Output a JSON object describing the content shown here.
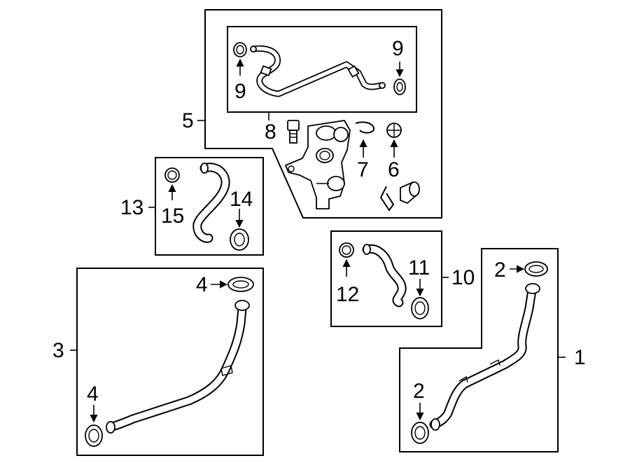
{
  "callouts": {
    "c1": "1",
    "c2a": "2",
    "c2b": "2",
    "c3": "3",
    "c4a": "4",
    "c4b": "4",
    "c5": "5",
    "c6": "6",
    "c7": "7",
    "c8": "8",
    "c9a": "9",
    "c9b": "9",
    "c10": "10",
    "c11": "11",
    "c12": "12",
    "c13": "13",
    "c14": "14",
    "c15": "15"
  },
  "colors": {
    "line": "#000000",
    "background": "#ffffff"
  }
}
